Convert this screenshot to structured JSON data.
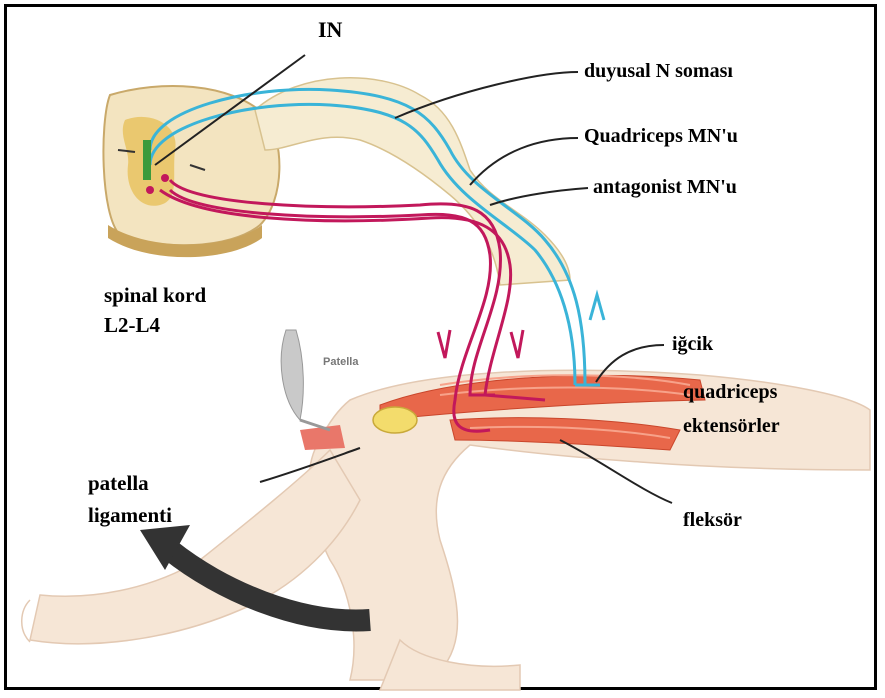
{
  "labels": {
    "in": "IN",
    "sensory_soma": "duyusal N soması",
    "quadriceps_mn": "Quadriceps MN'u",
    "antagonist_mn": "antagonist MN'u",
    "spinal_cord": "spinal kord",
    "spinal_levels": "L2-L4",
    "patella": "Patella",
    "spindle": "iğcik",
    "quadriceps": "quadriceps",
    "extensors": "ektensörler",
    "patellar_ligament_1": "patella",
    "patellar_ligament_2": "ligamenti",
    "flexor": "fleksör"
  },
  "colors": {
    "sensory": "#3ab4d8",
    "motor": "#c2185b",
    "muscle": "#e8674a",
    "cord": "#f3e4c0",
    "arrow": "#333333"
  }
}
